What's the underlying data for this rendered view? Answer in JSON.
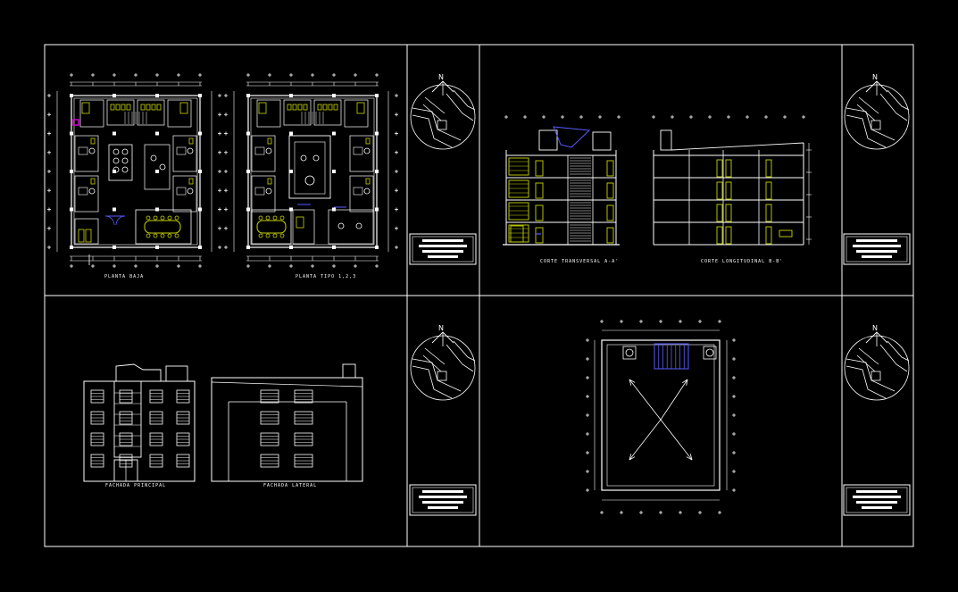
{
  "drawing": {
    "background": "#000000",
    "line_color": "#ffffff",
    "accent_yellow": "#c8d400",
    "accent_blue": "#5a5cff",
    "accent_magenta": "#d000d0"
  },
  "sheet1": {
    "plan_left_caption": "PLANTA BAJA",
    "plan_right_caption": "PLANTA TIPO 1,2,3"
  },
  "sheet2": {
    "section_a_caption": "CORTE TRANSVERSAL A-A'",
    "section_b_caption": "CORTE LONGITUDINAL B-B'"
  },
  "sheet3": {
    "facade_main_caption": "FACHADA PRINCIPAL",
    "facade_side_caption": "FACHADA LATERAL"
  },
  "north": {
    "label": "N"
  }
}
